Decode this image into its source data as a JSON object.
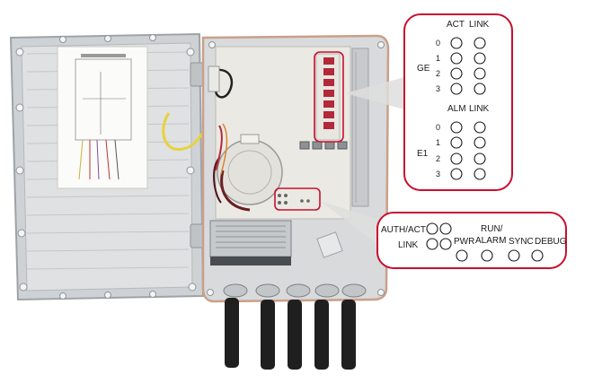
{
  "top_panel": {
    "ge_group_label": "GE",
    "ge_col_headers": [
      "ACT",
      "LINK"
    ],
    "ge_ports": [
      "0",
      "1",
      "2",
      "3"
    ],
    "e1_group_label": "E1",
    "e1_col_headers": [
      "ALM",
      "LINK"
    ],
    "e1_ports": [
      "0",
      "1",
      "2",
      "3"
    ]
  },
  "bottom_panel": {
    "auth_act": "AUTH/ACT",
    "link": "LINK",
    "pwr": "PWR",
    "run_line1": "RUN/",
    "run_line2": "ALARM",
    "sync": "SYNC",
    "debug": "DEBUG"
  },
  "colors": {
    "callout_border": "#c8102e",
    "enclosure_gray": "#d8dadc",
    "backplate": "#ebe9e3",
    "cable_black": "#222222",
    "fiber_red": "#b3283a",
    "patch_yellow": "#e8d23c"
  }
}
